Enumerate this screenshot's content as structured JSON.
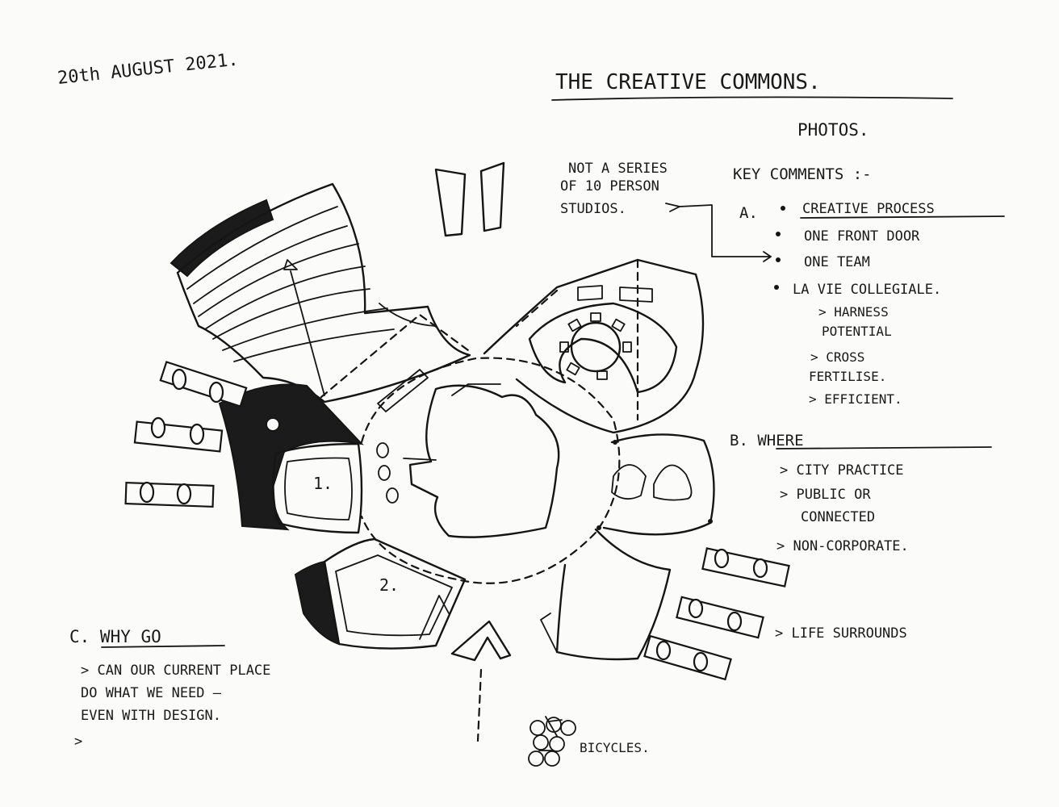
{
  "date": "20th AUGUST 2021.",
  "title": "THE CREATIVE COMMONS.",
  "subtitle": "PHOTOS.",
  "side_note": [
    "NOT A SERIES",
    "OF 10 PERSON",
    "STUDIOS."
  ],
  "key_comments": {
    "heading": "KEY COMMENTS :-",
    "section_a": {
      "letter": "A.",
      "items": [
        "CREATIVE PROCESS",
        "ONE FRONT DOOR",
        "ONE TEAM",
        "LA VIE COLLEGIALE."
      ],
      "sub_items": [
        "> HARNESS",
        "POTENTIAL",
        "> CROSS",
        "FERTILISE.",
        "> EFFICIENT."
      ]
    },
    "section_b": {
      "heading": "B. WHERE",
      "items": [
        "> CITY PRACTICE",
        "> PUBLIC OR",
        "CONNECTED",
        "> NON-CORPORATE."
      ],
      "extra": "> LIFE SURROUNDS"
    },
    "section_c": {
      "heading": "C. WHY GO",
      "items": [
        "> CAN OUR CURRENT PLACE",
        "DO WHAT WE NEED —",
        "EVEN WITH DESIGN.",
        ">"
      ]
    }
  },
  "plan_labels": {
    "room_1": "1.",
    "room_2": "2.",
    "bicycles": "BICYCLES."
  },
  "ink_color": "#151515",
  "paper_color": "#fbfbf9"
}
